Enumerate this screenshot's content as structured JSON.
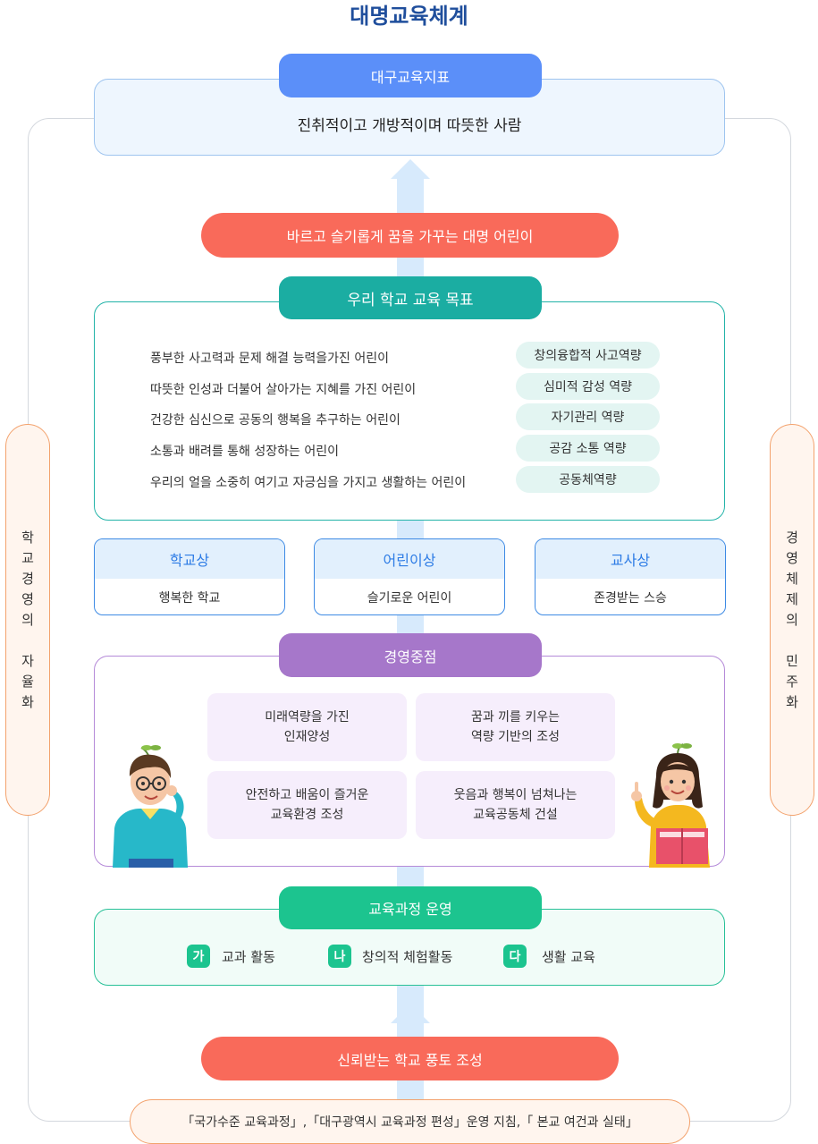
{
  "title": "대명교육체계",
  "left_side": {
    "chars": [
      "학",
      "교",
      "경",
      "영",
      "의",
      "",
      "자",
      "율",
      "화"
    ]
  },
  "right_side": {
    "chars": [
      "경",
      "영",
      "체",
      "제",
      "의",
      "",
      "민",
      "주",
      "화"
    ]
  },
  "education_goal": {
    "tab_label": "대구교육지표",
    "text": "진취적이고 개방적이며 따뜻한 사람"
  },
  "vision": "바르고 슬기롭게 꿈을 가꾸는 대명 어린이",
  "school_goals": {
    "tab_label": "우리 학교 교육 목표",
    "items": [
      "풍부한 사고력과 문제 해결 능력을가진 어린이",
      "따뜻한 인성과 더불어 살아가는 지혜를 가진 어린이",
      "건강한 심신으로 공동의 행복을 추구하는 어린이",
      "소통과 배려를 통해 성장하는 어린이",
      "우리의 얼을 소중히 여기고 자긍심을 가지고 생활하는 어린이"
    ],
    "competencies": [
      "창의융합적 사고역량",
      "심미적 감성 역량",
      "자기관리 역량",
      "공감 소통 역량",
      "공동체역량"
    ]
  },
  "ideals": [
    {
      "title": "학교상",
      "text": "행복한 학교"
    },
    {
      "title": "어린이상",
      "text": "슬기로운 어린이"
    },
    {
      "title": "교사상",
      "text": "존경받는 스승"
    }
  ],
  "management_focus": {
    "tab_label": "경영중점",
    "items": [
      "미래역량을 가진\n인재양성",
      "꿈과 끼를 키우는\n역량 기반의 조성",
      "안전하고 배움이 즐거운\n교육환경 조성",
      "웃음과 행복이 넘쳐나는\n교육공동체 건설"
    ]
  },
  "curriculum": {
    "tab_label": "교육과정 운영",
    "items": [
      {
        "badge": "가",
        "label": "교과 활동"
      },
      {
        "badge": "나",
        "label": "창의적 체험활동"
      },
      {
        "badge": "다",
        "label": "생활 교육"
      }
    ]
  },
  "basis": "신뢰받는 학교 풍토 조성",
  "source": "「국가수준 교육과정」,「대구광역시 교육과정 편성」운영 지침,「 본교 여건과 실태」",
  "colors": {
    "title": "#1f4e9c",
    "goal_tab": "#5b8ff9",
    "vision": "#f96a5a",
    "school_goal_tab": "#1bada2",
    "ideal_head": "#2c7be5",
    "focus_tab": "#a677ca",
    "curriculum_tab": "#1cc48f",
    "side_border": "#f3a26d"
  }
}
